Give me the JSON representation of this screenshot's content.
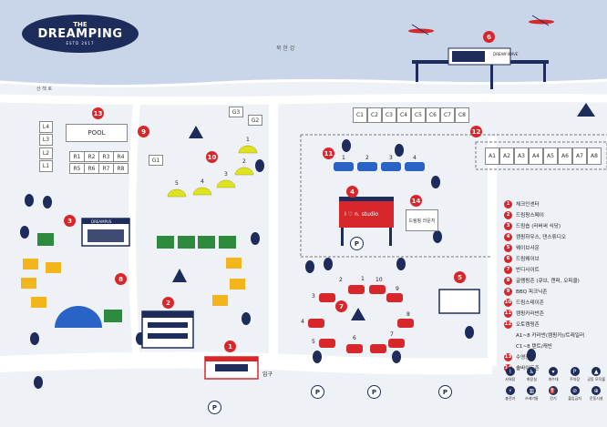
{
  "brand": {
    "name_top": "THE",
    "name_main": "DREAMPING",
    "sub": "ESTD 2017"
  },
  "labels": {
    "river": "북 한 강",
    "road": "산 책 로",
    "entrance": "입구",
    "pool": "POOL",
    "studio_sign": "I ♡ n. studio",
    "shop_sign": "DREAMPUS",
    "lounge_sign": "드림핑 라운지",
    "cafe_sign": "DREAM WAVE",
    "parking": "P"
  },
  "sites": {
    "L": [
      "L4",
      "L3",
      "L2",
      "L1"
    ],
    "R_top": [
      "R1",
      "R2",
      "R3",
      "R4"
    ],
    "R_bottom": [
      "R5",
      "R6",
      "R7",
      "R8"
    ],
    "G": [
      "G1",
      "G2",
      "G3"
    ],
    "C": [
      "C1",
      "C2",
      "C3",
      "C4",
      "C5",
      "C6",
      "C7",
      "C8"
    ],
    "A": [
      "A1",
      "A2",
      "A3",
      "A4",
      "A5",
      "A6",
      "A7",
      "A8"
    ],
    "domes": [
      "1",
      "2",
      "3",
      "4",
      "5"
    ],
    "caravans": [
      "1",
      "2",
      "3",
      "4"
    ],
    "ring": [
      "1",
      "2",
      "3",
      "4",
      "5",
      "6",
      "7",
      "8",
      "9",
      "10"
    ]
  },
  "legend": [
    {
      "num": "1",
      "label": "체크인센터"
    },
    {
      "num": "2",
      "label": "드림핑스페이"
    },
    {
      "num": "3",
      "label": "드림숍 (러버써 식당)"
    },
    {
      "num": "4",
      "label": "캠핑하우스, 댄스튜디오"
    },
    {
      "num": "5",
      "label": "웨이브사운"
    },
    {
      "num": "6",
      "label": "드림웨이브"
    },
    {
      "num": "7",
      "label": "반디사이트"
    },
    {
      "num": "8",
      "label": "글램핑존 (큐브, 캔퍼, 오피클)"
    },
    {
      "num": "9",
      "label": "BBQ 피크닉존"
    },
    {
      "num": "10",
      "label": "드림스테이존"
    },
    {
      "num": "11",
      "label": "캠핑카라반존"
    },
    {
      "num": "12",
      "label": "오토캠핑존"
    },
    {
      "num": "",
      "label": "A1~8 카라반(캠핑카)/트레일러"
    },
    {
      "num": "",
      "label": "C1~8 텐트/캐빈"
    },
    {
      "num": "13",
      "label": "수영장"
    },
    {
      "num": "14",
      "label": "솔바이드존"
    }
  ],
  "icon_legend": [
    {
      "icon": "shower-icon",
      "glyph": "⌇",
      "label": "샤워장"
    },
    {
      "icon": "restroom-icon",
      "glyph": "♿",
      "label": "화장실"
    },
    {
      "icon": "sink-icon",
      "glyph": "▾",
      "label": "개수대"
    },
    {
      "icon": "parking-icon",
      "glyph": "P",
      "label": "주차장"
    },
    {
      "icon": "campfire-icon",
      "glyph": "▲",
      "label": "공동 모닥불"
    },
    {
      "icon": "charger-icon",
      "glyph": "⚡",
      "label": "충전기"
    },
    {
      "icon": "trash-icon",
      "glyph": "▥",
      "label": "쓰레기통"
    },
    {
      "icon": "ev-icon",
      "glyph": "⛽",
      "label": "전기"
    },
    {
      "icon": "stop-icon",
      "glyph": "⊘",
      "label": "출입금지"
    },
    {
      "icon": "sports-icon",
      "glyph": "⊕",
      "label": "운동시설"
    }
  ],
  "colors": {
    "river": "#c9d6ea",
    "navy": "#1d2c5a",
    "red": "#d8272b",
    "tree": "#1d2c5a",
    "glamp_green": "#2e8b3d",
    "glamp_yellow": "#f2b51b",
    "dome": "#dfe21f",
    "ground": "#eef1f5",
    "road": "#ffffff"
  }
}
